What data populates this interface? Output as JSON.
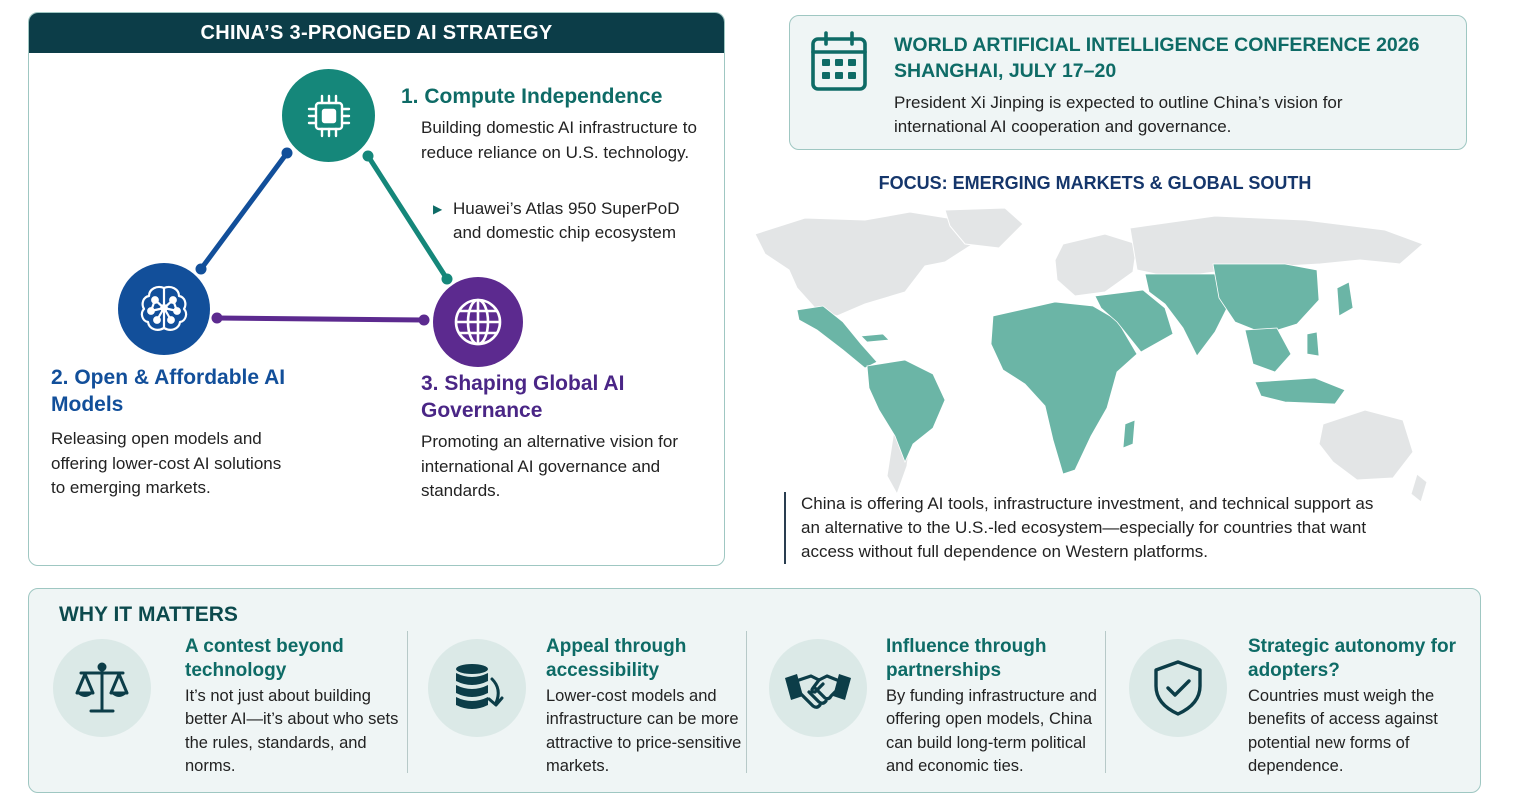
{
  "strategy": {
    "header": "CHINA’S 3-PRONGED AI STRATEGY",
    "colors": {
      "header": "#0c3d48",
      "compute": "#15877a",
      "models": "#124f9a",
      "governance": "#5c2a8f"
    },
    "pillars": [
      {
        "title": "1. Compute Independence",
        "icon": "chip-icon",
        "description": "Building domestic AI infrastructure to reduce reliance on U.S. technology.",
        "bullet": "Huawei’s Atlas 950 SuperPoD and domestic chip ecosystem"
      },
      {
        "title": "2. Open & Affordable AI Models",
        "icon": "brain-network-icon",
        "description": "Releasing open models and offering lower-cost AI solutions to emerging markets."
      },
      {
        "title": "3. Shaping Global AI Governance",
        "icon": "globe-icon",
        "description": "Promoting an alternative vision for international AI governance and standards."
      }
    ]
  },
  "conference": {
    "icon": "calendar-icon",
    "title": "WORLD ARTIFICIAL INTELLIGENCE CONFERENCE 2026 SHANGHAI, JULY 17–20",
    "description": "President Xi Jinping is expected to outline China’s vision for international AI cooperation and governance."
  },
  "map": {
    "title": "FOCUS: EMERGING MARKETS & GLOBAL SOUTH",
    "highlight_color": "#6bb5a6",
    "base_color": "#e3e5e6",
    "note": "China is offering AI tools, infrastructure investment, and technical support as an alternative to the U.S.-led ecosystem—especially for countries that want access without full dependence on Western platforms."
  },
  "why": {
    "heading": "WHY IT MATTERS",
    "items": [
      {
        "icon": "scales-icon",
        "title": "A contest beyond technology",
        "description": "It’s not just about building better AI—it’s about who sets the rules, standards, and norms."
      },
      {
        "icon": "database-arrow-icon",
        "title": "Appeal through accessibility",
        "description": "Lower-cost models and infrastructure can be more attractive to price-sensitive markets."
      },
      {
        "icon": "handshake-icon",
        "title": "Influence through partnerships",
        "description": "By funding infrastructure and offering open models, China can build long-term political and economic ties."
      },
      {
        "icon": "shield-check-icon",
        "title": "Strategic autonomy for adopters?",
        "description": "Countries must weigh the benefits of access against potential new forms of dependence."
      }
    ]
  }
}
